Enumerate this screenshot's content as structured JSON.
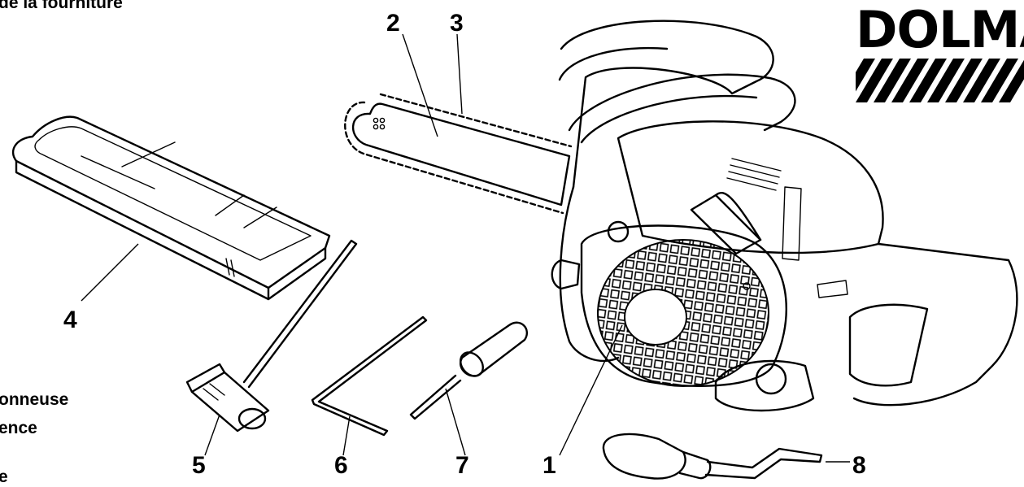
{
  "header": {
    "caption_fragment": "de la fourniture"
  },
  "logo": {
    "text": "DOLMA"
  },
  "callouts": [
    {
      "id": "1",
      "label": "1"
    },
    {
      "id": "2",
      "label": "2"
    },
    {
      "id": "3",
      "label": "3"
    },
    {
      "id": "4",
      "label": "4"
    },
    {
      "id": "5",
      "label": "5"
    },
    {
      "id": "6",
      "label": "6"
    },
    {
      "id": "7",
      "label": "7"
    },
    {
      "id": "8",
      "label": "8"
    }
  ],
  "side_text": {
    "line1": "onneuse",
    "line2": "ence",
    "line3": "e"
  }
}
